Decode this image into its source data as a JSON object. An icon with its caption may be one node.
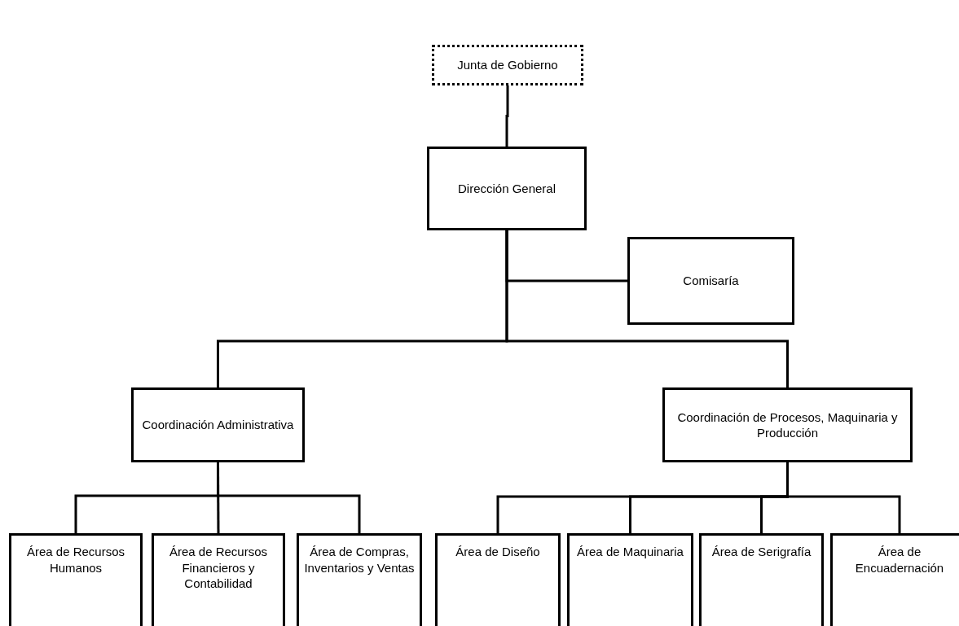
{
  "diagram": {
    "nodes": [
      {
        "text": [
          "Junta de Gobierno"
        ]
      },
      {
        "text": [
          "Dirección General"
        ]
      },
      {
        "text": [
          "Comisaría"
        ]
      },
      {
        "text": [
          "Coordinación Administrativa"
        ]
      },
      {
        "text": [
          "Coordinación de Procesos, Maquinaria y Producción"
        ]
      },
      {
        "text": [
          "Área de Recursos Humanos"
        ]
      },
      {
        "text": [
          "Área de Recursos Financieros y Contabilidad"
        ]
      },
      {
        "text": [
          "Área de Compras, Inventarios y Ventas"
        ]
      },
      {
        "text": [
          "Área de Diseño"
        ]
      },
      {
        "text": [
          "Área de Maquinaria"
        ]
      },
      {
        "text": [
          "Área de Serigrafía"
        ]
      },
      {
        "text": [
          "Área de Encuadernación"
        ]
      }
    ],
    "edges": [
      {
        "from": 0,
        "to": 1,
        "arrow": "none"
      },
      {
        "from": 1,
        "to": 2,
        "arrow": "none"
      },
      {
        "from": 1,
        "to": 3,
        "arrow": "none"
      },
      {
        "from": 1,
        "to": 4,
        "arrow": "none"
      },
      {
        "from": 3,
        "to": 5,
        "arrow": "none"
      },
      {
        "from": 3,
        "to": 6,
        "arrow": "none"
      },
      {
        "from": 3,
        "to": 7,
        "arrow": "none"
      },
      {
        "from": 4,
        "to": 8,
        "arrow": "none"
      },
      {
        "from": 4,
        "to": 9,
        "arrow": "none"
      },
      {
        "from": 4,
        "to": 10,
        "arrow": "none"
      },
      {
        "from": 4,
        "to": 11,
        "arrow": "none"
      }
    ]
  }
}
